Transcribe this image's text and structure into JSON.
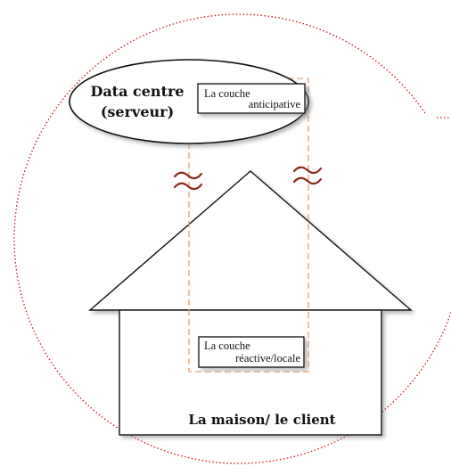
{
  "datacentre": {
    "line1": "Data centre",
    "line2": "(serveur)"
  },
  "layers": {
    "anticipative": {
      "line1": "La couche",
      "line2": "anticipative"
    },
    "reactive": {
      "line1": "La couche",
      "line2": "réactive/locale"
    }
  },
  "house": {
    "label": "La maison/ le client"
  },
  "colors": {
    "circle_dotted": "#d01010",
    "dashed_column": "#e3a070",
    "wave": "#8b2a1a",
    "stroke": "#111111"
  }
}
